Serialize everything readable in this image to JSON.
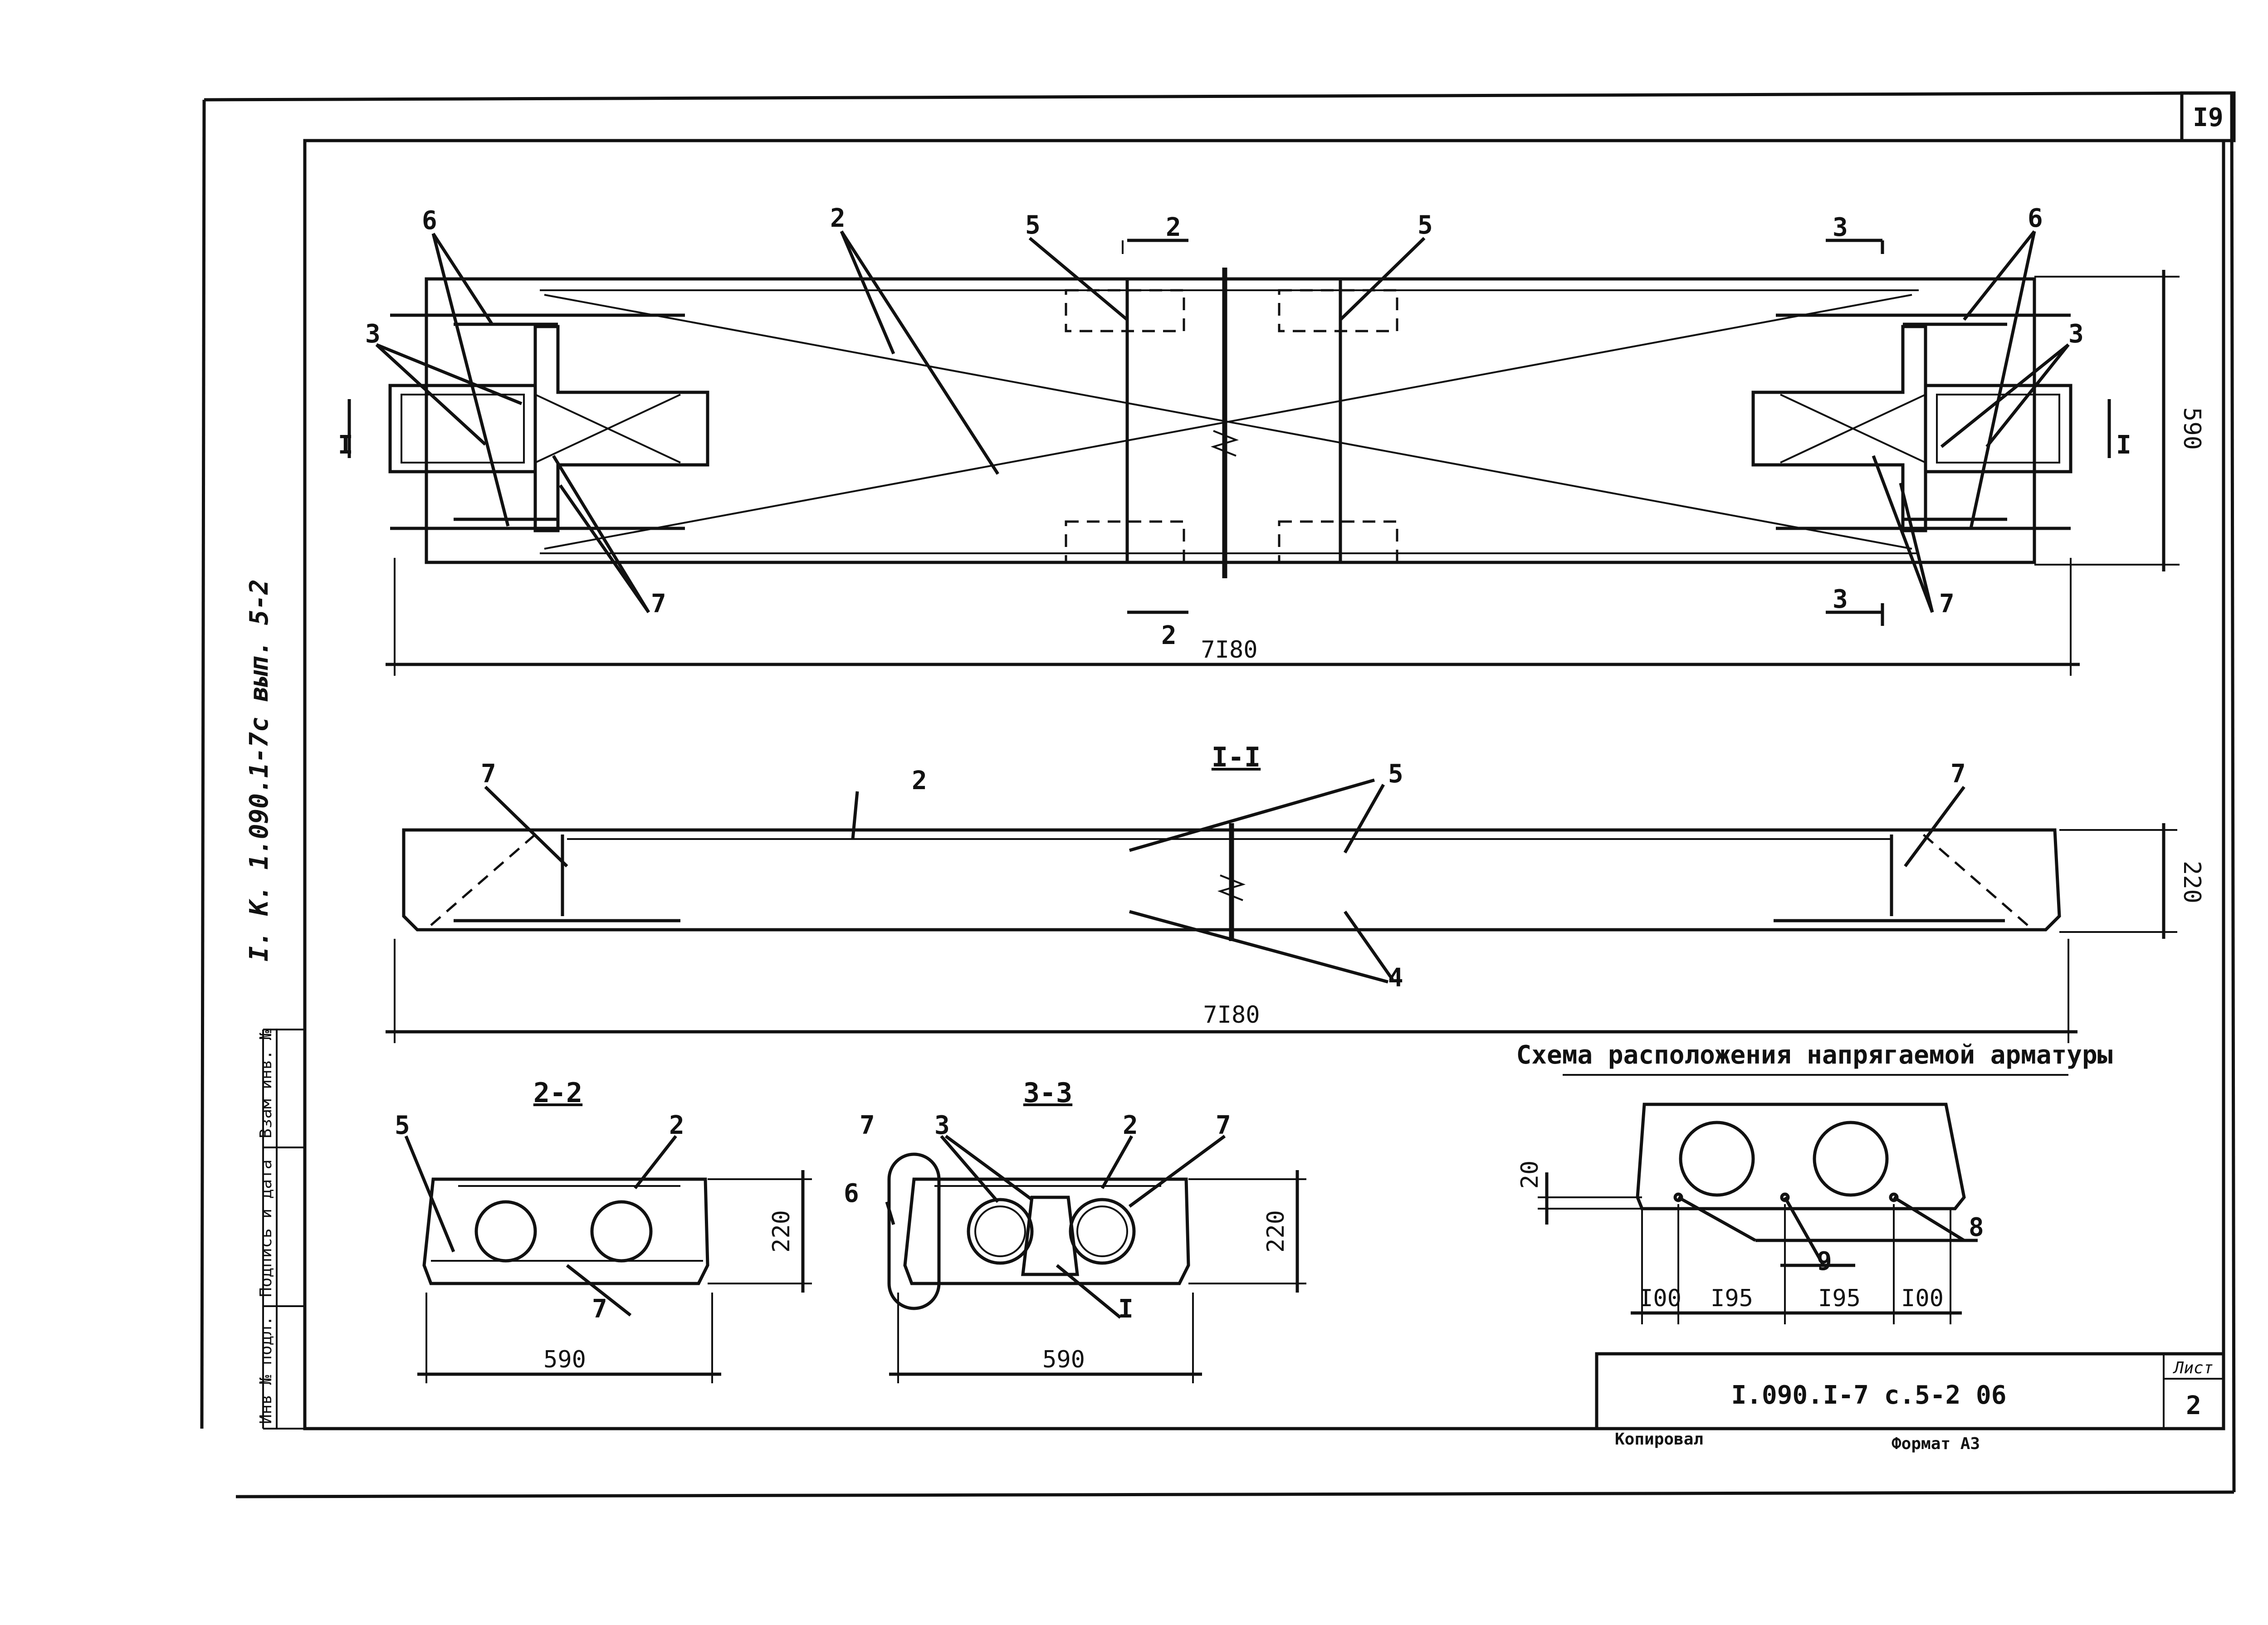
{
  "sheet": {
    "page_number": "I9",
    "side_reference": "I. К.  1.090.1-7с  вып. 5-2",
    "stamp_code": "I.090.I-7 с.5-2 06",
    "sheet_label": "Лист",
    "sheet_number": "2",
    "copied_label": "Копировал",
    "format_label": "Формат А3",
    "side_columns": [
      "Инв № подл.",
      "Подпись и дата",
      "Взам инв. №"
    ]
  },
  "plan": {
    "labels": {
      "bar_2": "2",
      "bar_3": "3",
      "bar_5": "5",
      "bar_6": "6",
      "bar_7": "7",
      "section_1": "I",
      "section_2": "2",
      "section_3": "3"
    },
    "dims": {
      "length": "7I80",
      "width": "590"
    }
  },
  "elevation": {
    "title": "I-I",
    "labels": {
      "bar_2": "2",
      "bar_4": "4",
      "bar_5": "5",
      "bar_7": "7"
    },
    "dims": {
      "length": "7I80",
      "height": "220"
    }
  },
  "section_2_2": {
    "title": "2-2",
    "labels": {
      "bar_2": "2",
      "bar_5": "5",
      "bar_7": "7"
    },
    "dims": {
      "width": "590",
      "height": "220"
    }
  },
  "section_3_3": {
    "title": "3-3",
    "labels": {
      "bar_1": "I",
      "bar_2": "2",
      "bar_3": "3",
      "bar_6": "6",
      "bar_7a": "7",
      "bar_7b": "7"
    },
    "dims": {
      "width": "590",
      "height": "220"
    }
  },
  "scheme": {
    "title": "Схема расположения напрягаемой арматуры",
    "labels": {
      "bar_8": "8",
      "bar_9": "9"
    },
    "dims": {
      "d1": "I00",
      "d2": "I95",
      "d3": "I95",
      "d4": "I00",
      "cover": "20"
    }
  }
}
